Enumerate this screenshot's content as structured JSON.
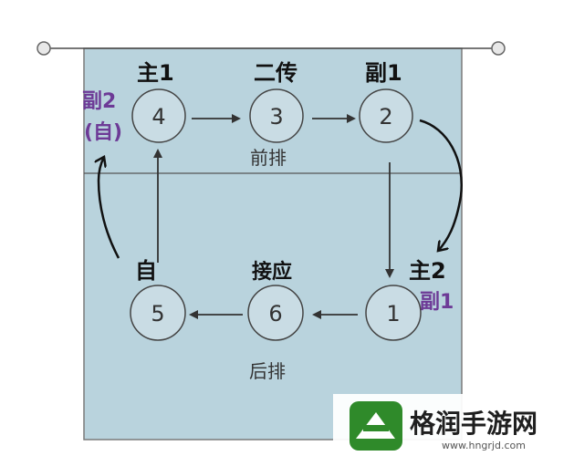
{
  "court": {
    "front_row_label": "前排",
    "back_row_label": "后排"
  },
  "positions": [
    {
      "number": "4",
      "role": "主1",
      "extra_role": "副2",
      "extra_note": "(自)"
    },
    {
      "number": "3",
      "role": "二传"
    },
    {
      "number": "2",
      "role": "副1"
    },
    {
      "number": "1",
      "role": "主2",
      "extra_role": "副1"
    },
    {
      "number": "6",
      "role": "接应"
    },
    {
      "number": "5",
      "role": "自"
    }
  ],
  "watermark": {
    "brand": "格润手游网",
    "url": "www.hngrjd.com"
  },
  "colors": {
    "court_fill": "#b9d3dd",
    "net_line": "#4a4a4a",
    "purple_ink": "#6d3a96",
    "watermark_green": "#2f8a2a"
  }
}
